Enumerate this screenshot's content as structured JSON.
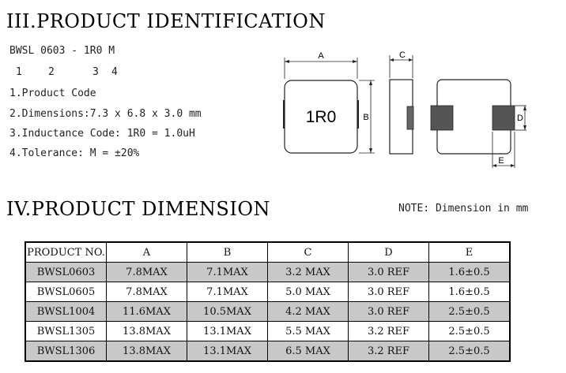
{
  "section3": {
    "title": "III.PRODUCT IDENTIFICATION",
    "part_number": "BWSL 0603 - 1R0 M",
    "digits": [
      "1",
      "2",
      "3",
      "4"
    ],
    "lines": [
      "1.Product Code",
      "2.Dimensions:7.3 x 6.8 x 3.0 mm",
      "3.Inductance Code: 1R0 = 1.0uH",
      "4.Tolerance: M = ±20%"
    ]
  },
  "drawing": {
    "marking": "1R0",
    "labels": {
      "a": "A",
      "b": "B",
      "c": "C",
      "d": "D",
      "e": "E"
    }
  },
  "section4": {
    "title": "IV.PRODUCT DIMENSION",
    "note": "NOTE: Dimension in mm"
  },
  "table": {
    "headers": [
      "PRODUCT NO.",
      "A",
      "B",
      "C",
      "D",
      "E"
    ],
    "rows": [
      [
        "BWSL0603",
        "7.8MAX",
        "7.1MAX",
        "3.2 MAX",
        "3.0 REF",
        "1.6±0.5"
      ],
      [
        "BWSL0605",
        "7.8MAX",
        "7.1MAX",
        "5.0 MAX",
        "3.0 REF",
        "1.6±0.5"
      ],
      [
        "BWSL1004",
        "11.6MAX",
        "10.5MAX",
        "4.2 MAX",
        "3.0 REF",
        "2.5±0.5"
      ],
      [
        "BWSL1305",
        "13.8MAX",
        "13.1MAX",
        "5.5 MAX",
        "3.2 REF",
        "2.5±0.5"
      ],
      [
        "BWSL1306",
        "13.8MAX",
        "13.1MAX",
        "6.5 MAX",
        "3.2 REF",
        "2.5±0.5"
      ]
    ]
  }
}
